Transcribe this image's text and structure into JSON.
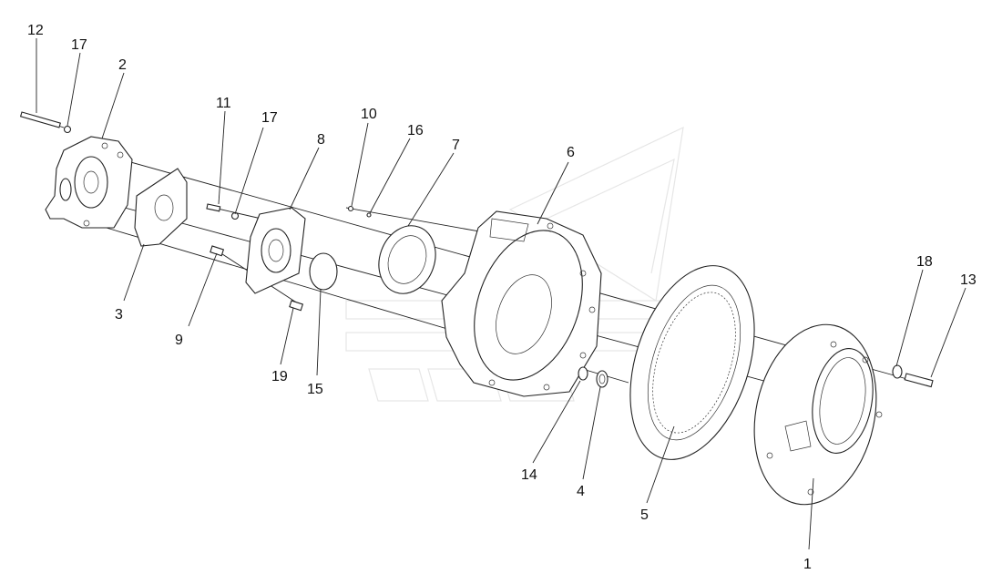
{
  "labels": {
    "p1": "1",
    "p2": "2",
    "p3": "3",
    "p4": "4",
    "p5": "5",
    "p6": "6",
    "p7": "7",
    "p8": "8",
    "p9": "9",
    "p10": "10",
    "p11": "11",
    "p12": "12",
    "p13": "13",
    "p14": "14",
    "p15": "15",
    "p16": "16",
    "p17a": "17",
    "p17b": "17",
    "p18": "18",
    "p19": "19"
  },
  "colors": {
    "line": "#222222",
    "watermark": "#e6e6e6"
  }
}
